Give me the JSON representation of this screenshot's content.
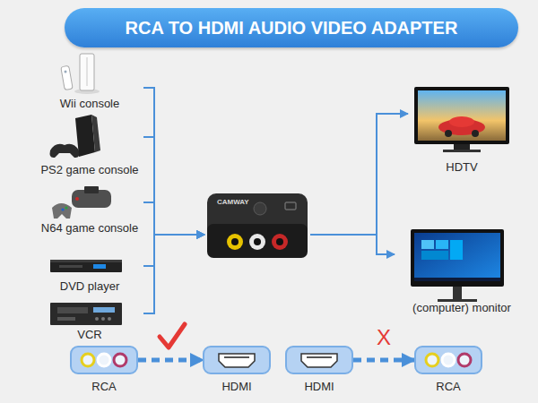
{
  "diagram": {
    "title": "RCA TO HDMI AUDIO VIDEO ADAPTER",
    "nodes": [
      {
        "text": [
          "Wii console"
        ]
      },
      {
        "text": [
          "PS2 game console"
        ]
      },
      {
        "text": [
          "N64 game console"
        ]
      },
      {
        "text": [
          "DVD player"
        ]
      },
      {
        "text": [
          "VCR"
        ]
      },
      {
        "text": [
          "CAMWAY"
        ]
      },
      {
        "text": [
          "HDTV"
        ]
      },
      {
        "text": [
          "(computer) monitor"
        ]
      },
      {
        "text": [
          "RCA"
        ]
      },
      {
        "text": [
          "HDMI"
        ]
      },
      {
        "text": [
          "HDMI"
        ]
      },
      {
        "text": [
          "RCA"
        ]
      }
    ],
    "edges": [
      {
        "from": 0,
        "to": 5,
        "arrow": "to"
      },
      {
        "from": 1,
        "to": 5,
        "arrow": "to"
      },
      {
        "from": 2,
        "to": 5,
        "arrow": "to"
      },
      {
        "from": 3,
        "to": 5,
        "arrow": "to"
      },
      {
        "from": 4,
        "to": 5,
        "arrow": "to"
      },
      {
        "from": 5,
        "to": 6,
        "arrow": "to"
      },
      {
        "from": 5,
        "to": 7,
        "arrow": "to"
      },
      {
        "from": 8,
        "to": 9,
        "arrow": "to"
      },
      {
        "from": 10,
        "to": 11,
        "label": "X",
        "arrow": "to"
      }
    ]
  }
}
